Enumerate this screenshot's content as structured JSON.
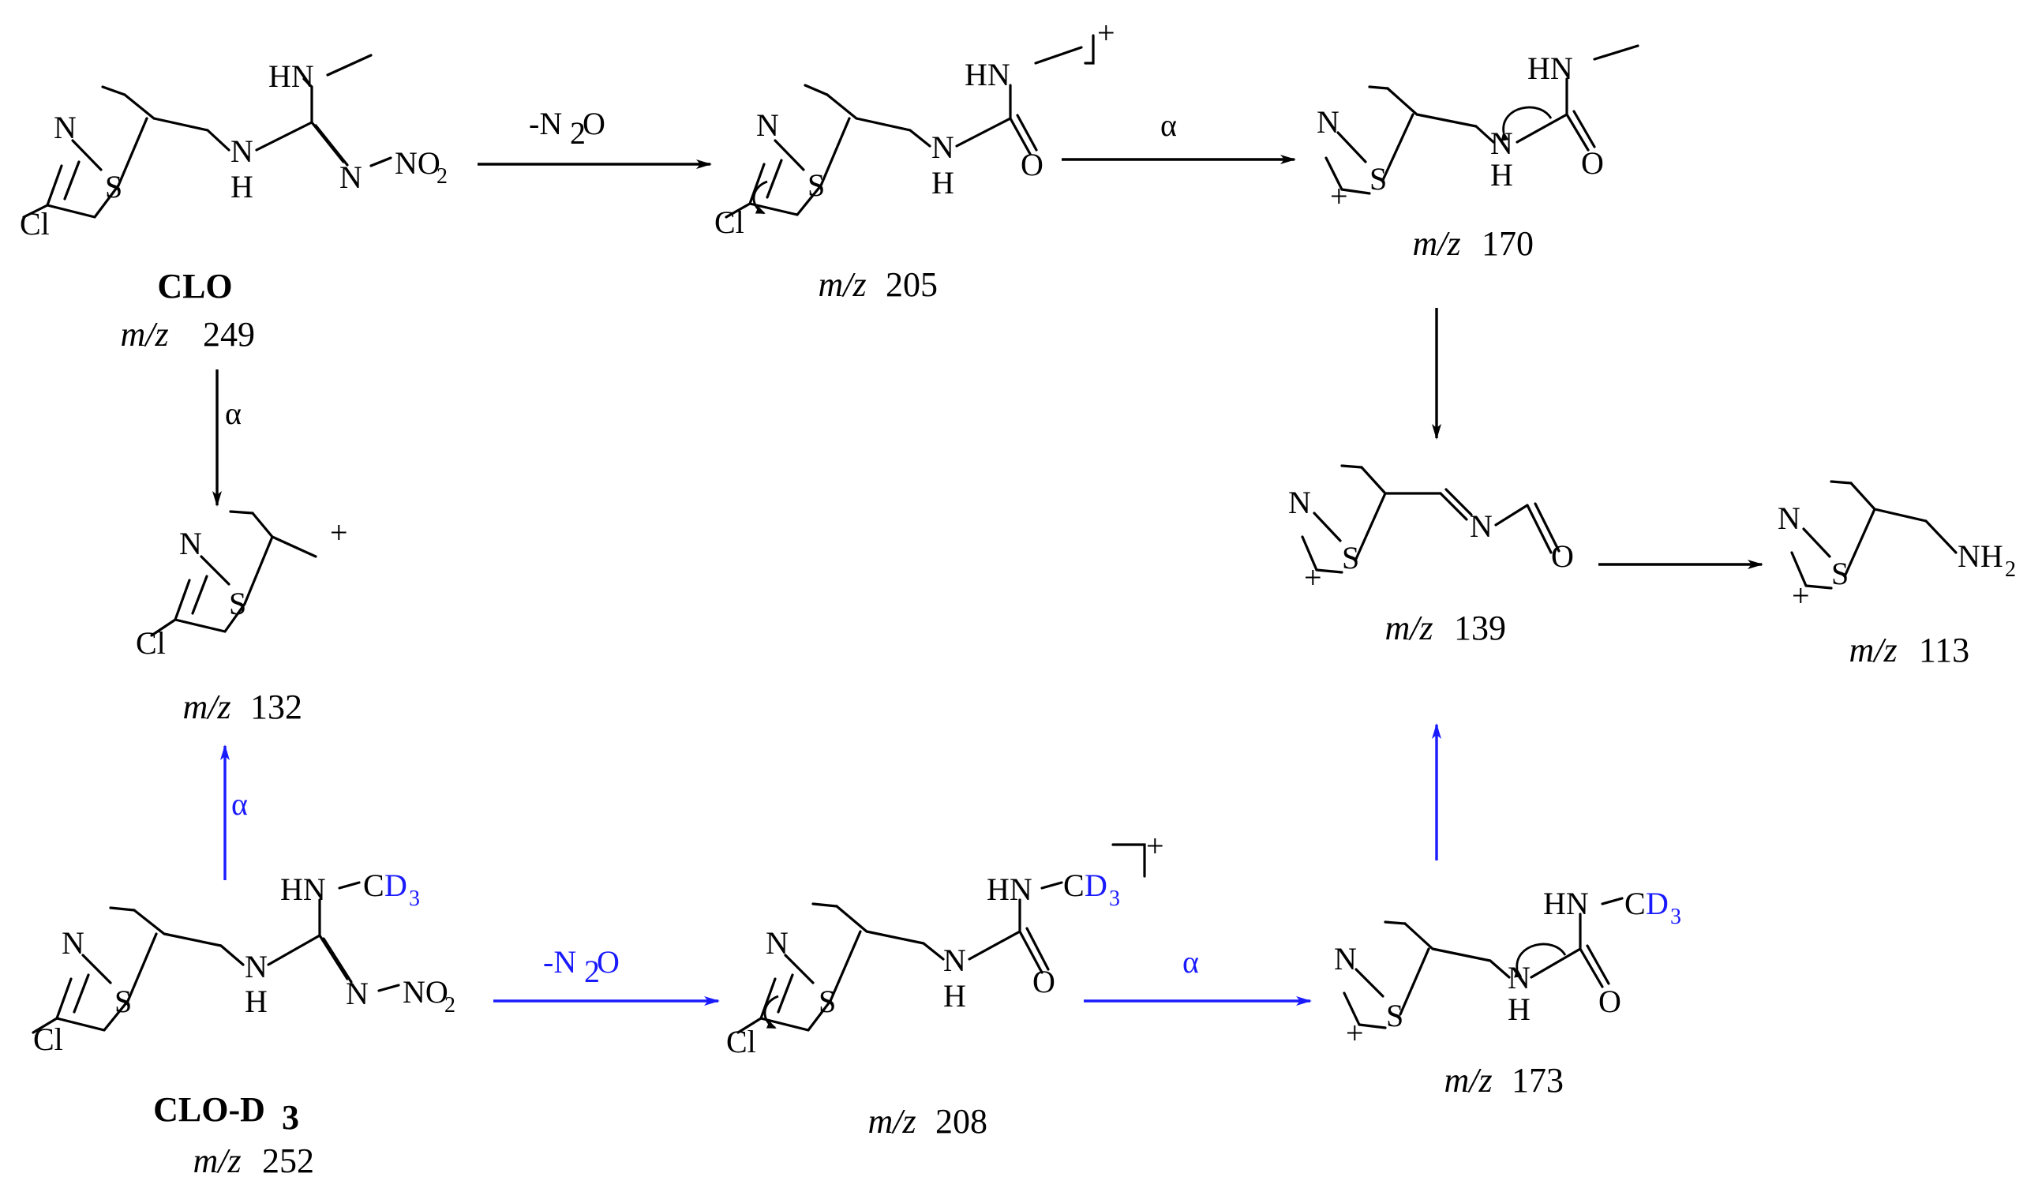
{
  "colors": {
    "normal": "#000000",
    "labeled": "#1a1aff"
  },
  "atoms": {
    "N": "N",
    "S": "S",
    "Cl": "Cl",
    "H": "H",
    "O": "O",
    "HN": "HN",
    "NO": "NO",
    "two": "2",
    "three": "3",
    "NH": "NH",
    "C": "C",
    "D": "D",
    "plus": "+"
  },
  "compounds": {
    "clo": {
      "name": "CLO",
      "mz_prefix": "m/z",
      "mz": "249"
    },
    "m205": {
      "mz_prefix": "m/z",
      "mz": "205"
    },
    "m170": {
      "mz_prefix": "m/z",
      "mz": "170"
    },
    "m132": {
      "mz_prefix": "m/z",
      "mz": "132"
    },
    "m139": {
      "mz_prefix": "m/z",
      "mz": "139"
    },
    "m113": {
      "mz_prefix": "m/z",
      "mz": "113"
    },
    "clod3": {
      "name": "CLO-D",
      "name_sub": "3",
      "mz_prefix": "m/z",
      "mz": "252"
    },
    "m208": {
      "mz_prefix": "m/z",
      "mz": "208"
    },
    "m173": {
      "mz_prefix": "m/z",
      "mz": "173"
    }
  },
  "arrows": {
    "loss_n2o": {
      "pre": "-N",
      "sub": "2",
      "post": "O"
    },
    "alpha": "α"
  }
}
